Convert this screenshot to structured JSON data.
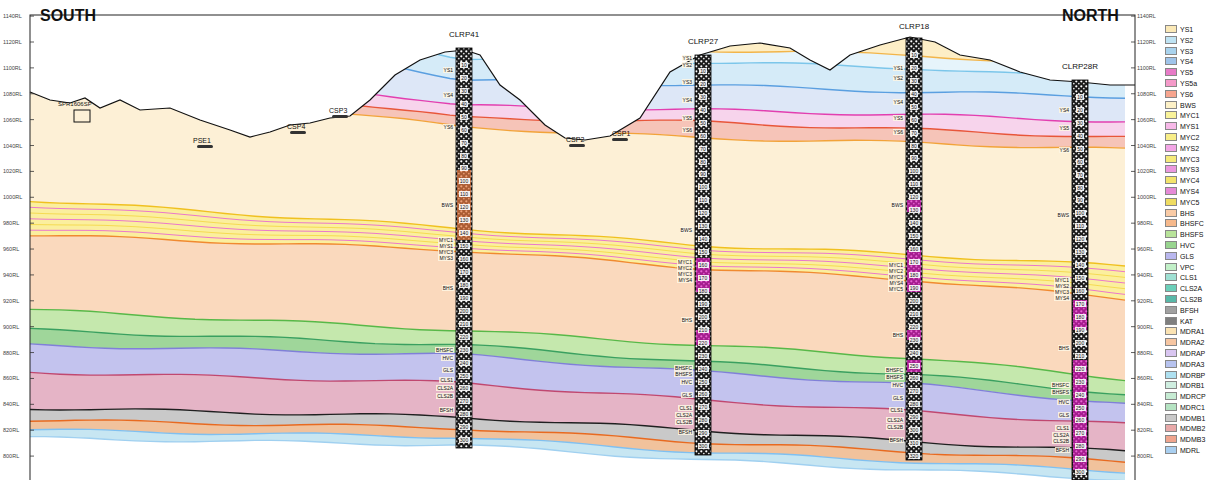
{
  "diagram": {
    "nodes": [
      {
        "text": [
          "CLRP41"
        ]
      },
      {
        "text": [
          "CLRP27"
        ]
      },
      {
        "text": [
          "CLRP18"
        ]
      },
      {
        "text": [
          "CLRP28R"
        ]
      }
    ],
    "labels": [
      "SOUTH",
      "NORTH",
      "SPR1606SP",
      "PSE1",
      "CSP4",
      "CSP3",
      "CSP2",
      "CSP1",
      "1140RL",
      "1120RL",
      "1100RL",
      "1080RL",
      "1060RL",
      "1040RL",
      "1020RL",
      "1000RL",
      "980RL",
      "960RL",
      "940RL",
      "920RL",
      "900RL",
      "880RL",
      "860RL",
      "840RL",
      "820RL",
      "800RL",
      "1140RL",
      "1120RL",
      "1100RL",
      "1080RL",
      "1060RL",
      "1040RL",
      "1020RL",
      "1000RL",
      "980RL",
      "960RL",
      "940RL",
      "920RL",
      "900RL",
      "880RL",
      "860RL",
      "840RL",
      "820RL",
      "800RL",
      "YS1",
      "YS4",
      "YS6",
      "BWS",
      "MYC1",
      "MYS1",
      "MYC3",
      "MYS3",
      "BHS",
      "BHSFC",
      "HVC",
      "GLS",
      "CLS1",
      "CLS2A",
      "CLS2B",
      "BFSH",
      "YS1",
      "YS2",
      "YS3",
      "YS4",
      "YS5",
      "YS6",
      "BWS",
      "MYC1",
      "MYC2",
      "MYC3",
      "MYS4",
      "BHS",
      "BHSFC",
      "BHSFS",
      "HVC",
      "GLS",
      "CLS1",
      "CLS2A",
      "CLS2B",
      "BFSH",
      "YS1",
      "YS2",
      "YS4",
      "YS5",
      "YS6",
      "BWS",
      "MYC1",
      "MYC2",
      "MYC3",
      "MYS4",
      "MYC5",
      "BHS",
      "BHSFC",
      "BHSFS",
      "HVC",
      "GLS",
      "CLS1",
      "CLS2A",
      "CLS2B",
      "BFSH",
      "YS4",
      "YS5",
      "YS6",
      "BWS",
      "MYC1",
      "MYS2",
      "MYC3",
      "MYS4",
      "BHS",
      "BHSFC",
      "BHSFS",
      "HVC",
      "GLS",
      "CLS1",
      "CLS2A",
      "CLS2B",
      "BFSH",
      "10",
      "20",
      "30",
      "40",
      "50",
      "60",
      "70",
      "80",
      "90",
      "100",
      "110",
      "120",
      "130",
      "140",
      "150",
      "160",
      "170",
      "180",
      "190",
      "200",
      "210",
      "220",
      "230",
      "240",
      "250",
      "260",
      "270",
      "280",
      "290",
      "300",
      "10",
      "20",
      "30",
      "40",
      "50",
      "60",
      "70",
      "80",
      "90",
      "100",
      "110",
      "120",
      "130",
      "140",
      "150",
      "160",
      "170",
      "180",
      "190",
      "200",
      "210",
      "220",
      "230",
      "240",
      "250",
      "260",
      "270",
      "280",
      "290",
      "300",
      "10",
      "20",
      "30",
      "40",
      "50",
      "60",
      "70",
      "80",
      "90",
      "100",
      "110",
      "120",
      "130",
      "140",
      "150",
      "160",
      "170",
      "180",
      "190",
      "200",
      "210",
      "220",
      "230",
      "240",
      "250",
      "260",
      "270",
      "280",
      "290",
      "300",
      "310",
      "320",
      "10",
      "20",
      "30",
      "40",
      "50",
      "60",
      "70",
      "80",
      "90",
      "100",
      "110",
      "120",
      "130",
      "140",
      "150",
      "160",
      "170",
      "180",
      "190",
      "200",
      "210",
      "220",
      "230",
      "240",
      "250",
      "260",
      "270",
      "280",
      "290",
      "300"
    ],
    "legend": [
      {
        "text": "YS1",
        "color": "#fbe9b7"
      },
      {
        "text": "YS2",
        "color": "#bfe3f3"
      },
      {
        "text": "YS3",
        "color": "#a9d3ee"
      },
      {
        "text": "YS4",
        "color": "#9fc4ea"
      },
      {
        "text": "YS5",
        "color": "#e77bc7"
      },
      {
        "text": "YS5a",
        "color": "#f49ac9"
      },
      {
        "text": "YS6",
        "color": "#f7a58f"
      },
      {
        "text": "BWS",
        "color": "#fdf1c7"
      },
      {
        "text": "MYC1",
        "color": "#f9f39a"
      },
      {
        "text": "MYS1",
        "color": "#f7b9e8"
      },
      {
        "text": "MYC2",
        "color": "#f8ee88"
      },
      {
        "text": "MYS2",
        "color": "#f3a6e6"
      },
      {
        "text": "MYC3",
        "color": "#f5ea7a"
      },
      {
        "text": "MYS3",
        "color": "#eb98de"
      },
      {
        "text": "MYC4",
        "color": "#f3e46c"
      },
      {
        "text": "MYS4",
        "color": "#e58ad7"
      },
      {
        "text": "MYC5",
        "color": "#efdc62"
      },
      {
        "text": "BHS",
        "color": "#f9cba6"
      },
      {
        "text": "BHSFC",
        "color": "#f6b98c"
      },
      {
        "text": "BHSFS",
        "color": "#b8e39a"
      },
      {
        "text": "HVC",
        "color": "#98d48f"
      },
      {
        "text": "GLS",
        "color": "#b9b7ee"
      },
      {
        "text": "VPC",
        "color": "#c2f0c8"
      },
      {
        "text": "CLS1",
        "color": "#9fe0d3"
      },
      {
        "text": "CLS2A",
        "color": "#6bcfb9"
      },
      {
        "text": "CLS2B",
        "color": "#58b8a8"
      },
      {
        "text": "BFSH",
        "color": "#a1a1a1"
      },
      {
        "text": "KAT",
        "color": "#7f7f7f"
      },
      {
        "text": "MDRA1",
        "color": "#fbe3b3"
      },
      {
        "text": "MDRA2",
        "color": "#f6c6a2"
      },
      {
        "text": "MDRAP",
        "color": "#d9c6f1"
      },
      {
        "text": "MDRA3",
        "color": "#b7c3ef"
      },
      {
        "text": "MDRBP",
        "color": "#aee0f0"
      },
      {
        "text": "MDRB1",
        "color": "#cfeee0"
      },
      {
        "text": "MDRCP",
        "color": "#c6ebd3"
      },
      {
        "text": "MDRC1",
        "color": "#b5e3c2"
      },
      {
        "text": "MDMB1",
        "color": "#c9c9c9"
      },
      {
        "text": "MDMB2",
        "color": "#e8a9a9"
      },
      {
        "text": "MDMB3",
        "color": "#f0a58e"
      },
      {
        "text": "MDRL",
        "color": "#a9cff0"
      }
    ]
  }
}
